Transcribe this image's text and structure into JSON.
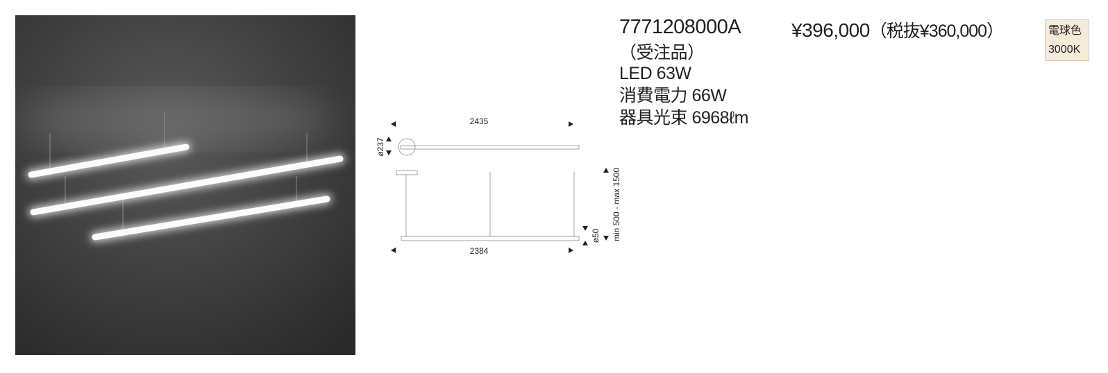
{
  "product": {
    "model": "7771208000A",
    "price": "¥396,000",
    "price_tax_excluded": "（税抜¥360,000）",
    "order_note": "（受注品）",
    "led": "LED 63W",
    "power": "消費電力 66W",
    "luminous_flux": "器具光束 6968ℓm"
  },
  "badge": {
    "color_name": "電球色",
    "color_temp": "3000K",
    "bg": "#f6ead9"
  },
  "diagram": {
    "top_width": "2435",
    "canopy_diameter": "ø237",
    "bottom_width": "2384",
    "tube_diameter": "ø50",
    "suspension_range": "min 500 - max 1500"
  }
}
